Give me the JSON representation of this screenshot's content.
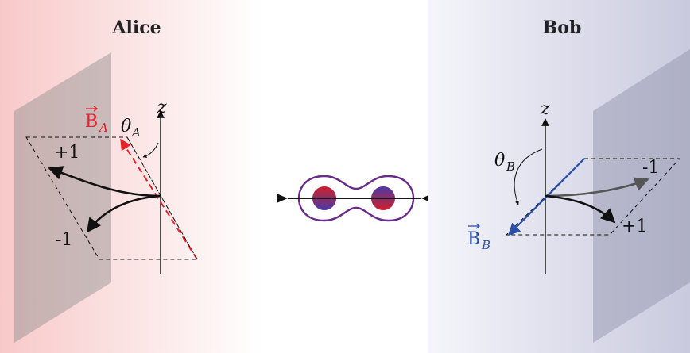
{
  "panels": {
    "left": {
      "title": "Alice"
    },
    "right": {
      "title": "Bob"
    }
  },
  "alice": {
    "axis_label": "z",
    "angle_label": "θ",
    "angle_sub": "A",
    "field_label": "B",
    "field_sub": "A",
    "outcome_up": "+1",
    "outcome_down": "-1",
    "field_color": "#e8202a"
  },
  "bob": {
    "axis_label": "z",
    "angle_label": "θ",
    "angle_sub": "B",
    "field_label": "B",
    "field_sub": "B",
    "outcome_up": "-1",
    "outcome_down": "+1",
    "field_color": "#2a4fa8"
  },
  "source": {
    "outline_color": "#6a2a8a",
    "particle_top_color": "#d0202a",
    "particle_bottom_color": "#4a3aa8"
  }
}
